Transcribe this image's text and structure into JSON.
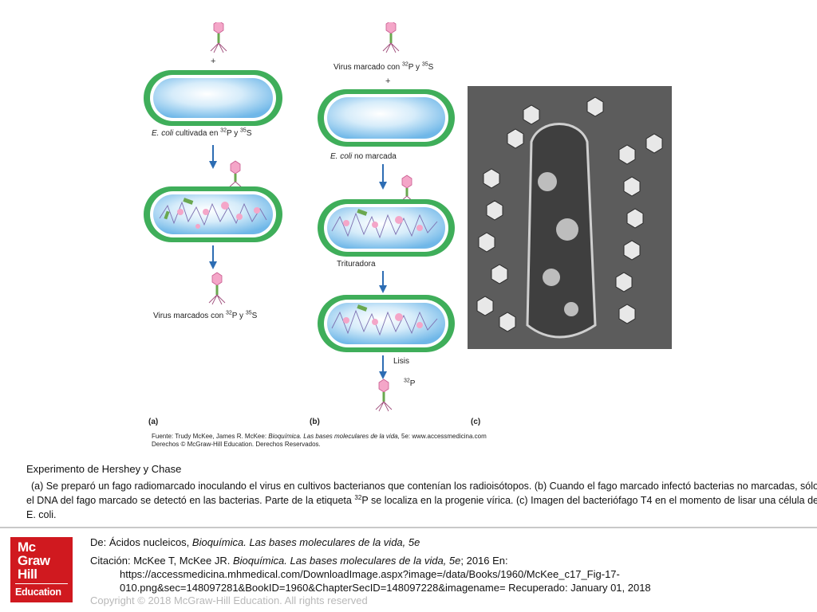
{
  "figure": {
    "a": {
      "plus": "+",
      "ecoli_label_italic": "E. coli",
      "ecoli_label_rest": " cultivada en ",
      "iso1": "32",
      "p": "P y ",
      "iso2": "35",
      "s": "S",
      "virus_label_pre": "Virus marcados con ",
      "virus_iso1": "32",
      "virus_p": "P y ",
      "virus_iso2": "35",
      "virus_s": "S",
      "letter": "(a)"
    },
    "b": {
      "virus_label_pre": "Virus marcado con ",
      "virus_iso1": "32",
      "virus_p": "P y ",
      "virus_iso2": "35",
      "virus_s": "S",
      "plus": "+",
      "ecoli_label_italic": "E. coli",
      "ecoli_label_rest": " no marcada",
      "trituradora": "Trituradora",
      "lisis": "Lisis",
      "p_iso": "32",
      "p_letter": "P",
      "letter": "(b)"
    },
    "c": {
      "letter": "(c)"
    },
    "source_line1_a": "Fuente: Trudy McKee, James R. McKee: ",
    "source_line1_i": "Bioquímica. Las bases moleculares de la vida,",
    "source_line1_b": " 5e: www.accessmedicina.com",
    "source_line2": "Derechos © McGraw-Hill Education. Derechos Reservados."
  },
  "caption": {
    "title": "Experimento de Hershey y Chase",
    "body_part1": "(a) Se preparó un fago radiomarcado inoculando el virus en cultivos bacterianos que contenían los radioisótopos. (b) Cuando el fago marcado infectó bacterias no marcadas, sólo el DNA del fago marcado se detectó en las bacterias. Parte de la etiqueta ",
    "body_iso": "32",
    "body_part2": "P se localiza en la progenie vírica. (c) Imagen del bacteriófago T4 en el momento de lisar una célula de E. coli."
  },
  "logo": {
    "line1": "Mc",
    "line2": "Graw",
    "line3": "Hill",
    "line4": "Education",
    "colors": {
      "bg": "#d0191f"
    }
  },
  "footer": {
    "de_prefix": "De: Ácidos nucleicos, ",
    "de_italic": "Bioquímica. Las bases moleculares de la vida, 5e",
    "cit_prefix": "Citación: McKee T, McKee JR. ",
    "cit_italic": "Bioquímica. Las bases moleculares de la vida, 5e",
    "cit_rest": "; 2016 En:",
    "url_line1": "https://accessmedicina.mhmedical.com/DownloadImage.aspx?image=/data/Books/1960/McKee_c17_Fig-17-",
    "url_line2": "010.png&sec=148097281&BookID=1960&ChapterSecID=148097228&imagename= Recuperado: January 01, 2018",
    "copyright": "Copyright © 2018 McGraw-Hill Education. All rights reserved"
  }
}
